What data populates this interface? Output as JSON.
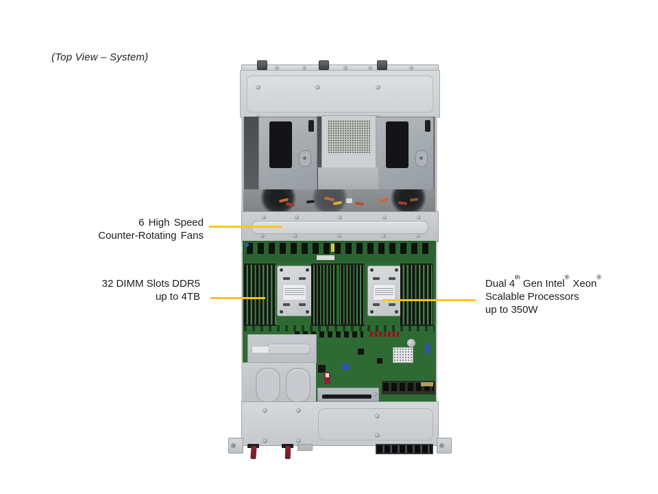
{
  "title": "(Top View – System)",
  "colors": {
    "accent": "#FAC31E",
    "pcb_green": "#2E6B33",
    "chassis_metal": "#CDD0D3"
  },
  "callouts": {
    "fans": {
      "lines": [
        "6 High Speed",
        "Counter-Rotating Fans"
      ]
    },
    "dimm": {
      "lines": [
        "32 DIMM Slots DDR5",
        "up to 4TB"
      ]
    },
    "cpu": {
      "l1_parts": {
        "a": "Dual 4",
        "a_sup": "th",
        "b": " Gen Intel",
        "b_sup": "®",
        "c": "Xeon",
        "c_sup": "®"
      },
      "l2": "Scalable Processors",
      "l3": "up to 350W"
    }
  }
}
